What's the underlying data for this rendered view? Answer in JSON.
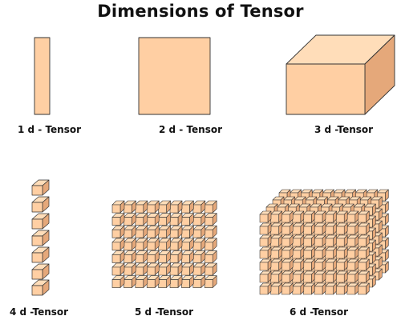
{
  "title": "Dimensions of Tensor",
  "labels": {
    "d1": "1 d - Tensor",
    "d2": "2 d - Tensor",
    "d3": "3 d -Tensor",
    "d4": "4 d -Tensor",
    "d5": "5 d -Tensor",
    "d6": "6 d -Tensor"
  },
  "colors": {
    "face": "#FFCFA3",
    "top": "#FFDDB9",
    "side": "#E5A87A",
    "stroke": "#333333"
  }
}
